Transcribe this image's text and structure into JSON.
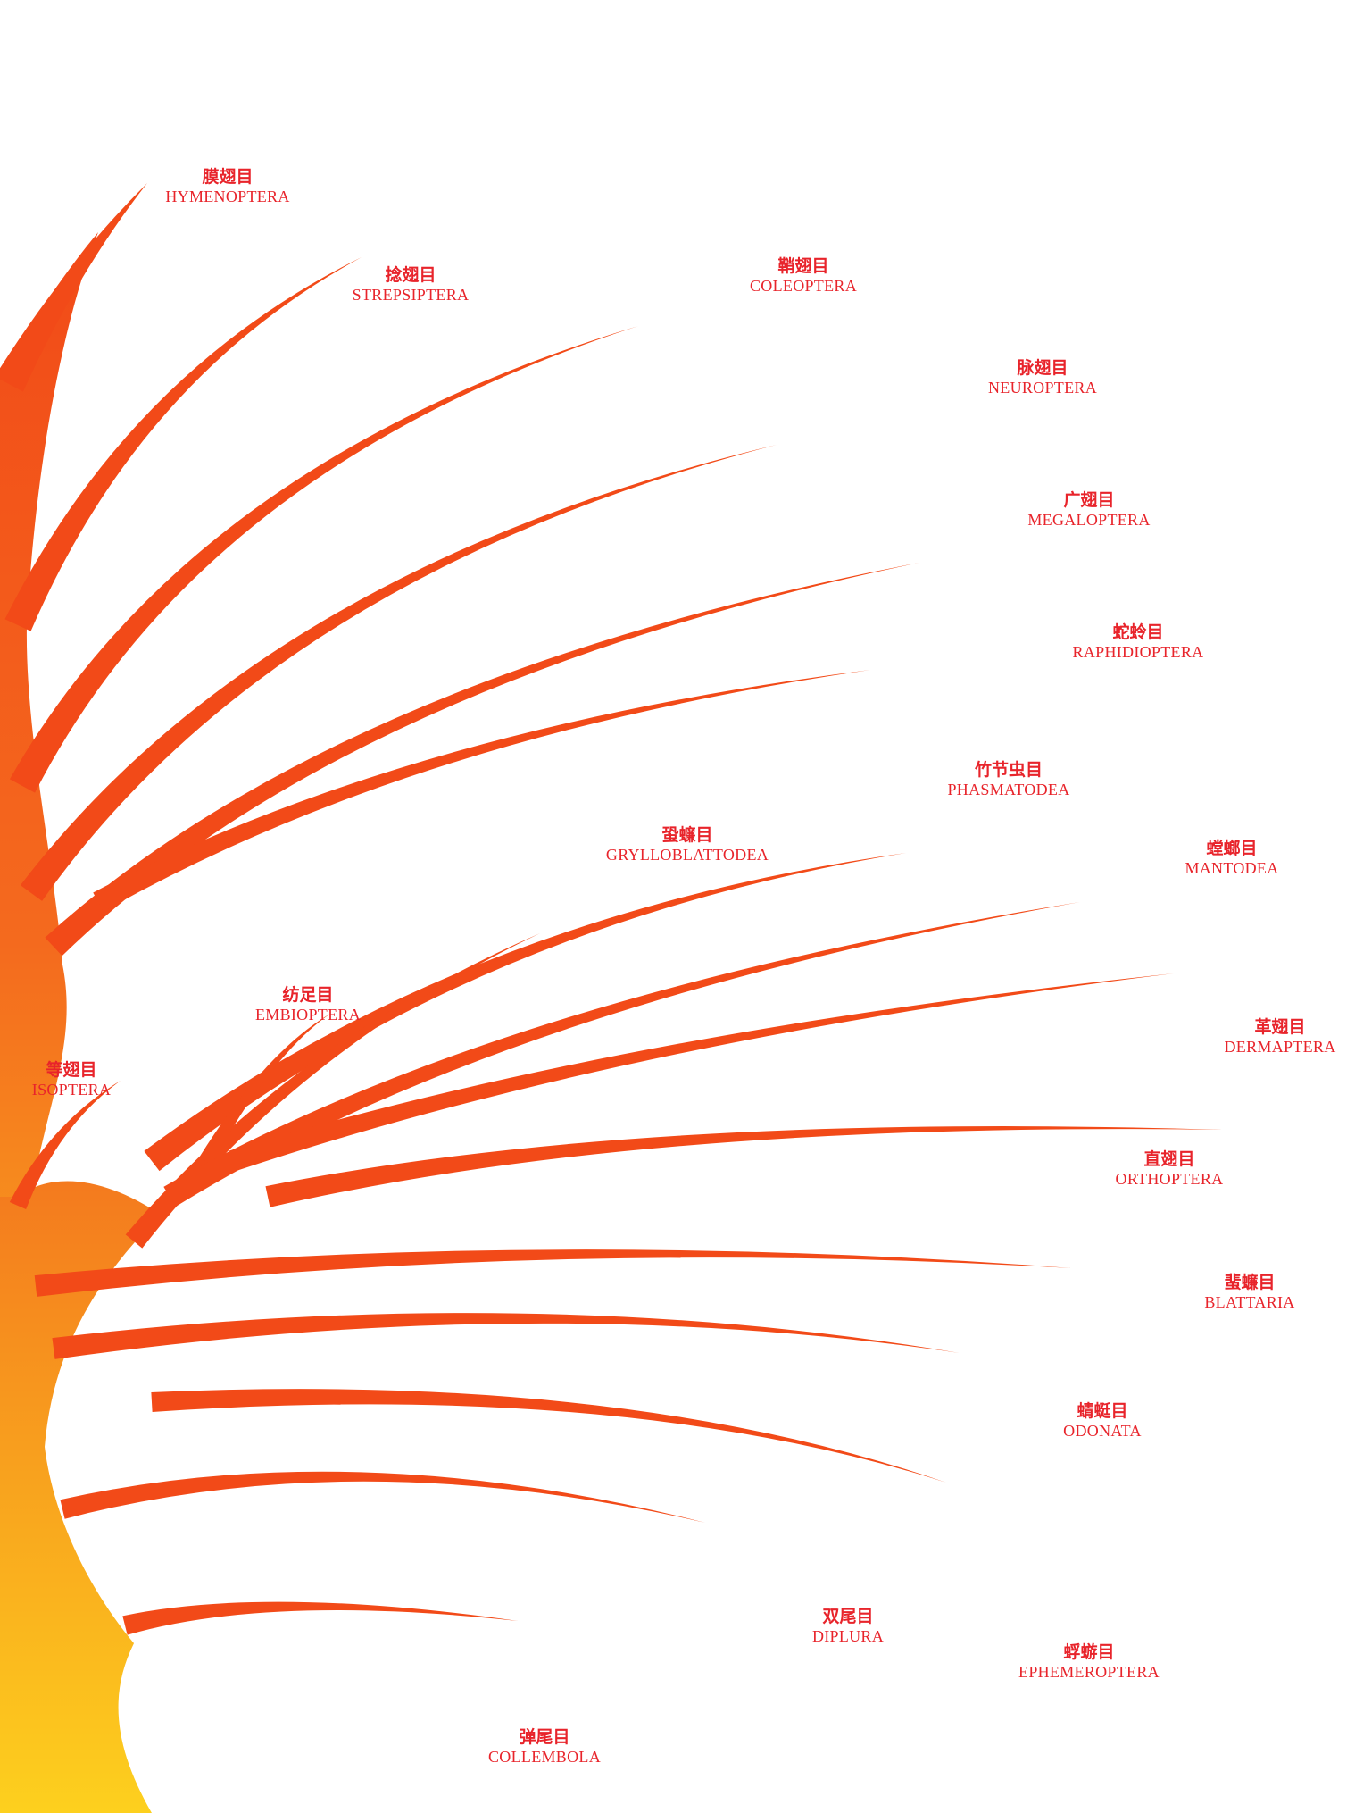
{
  "colors": {
    "branch": "#f24a18",
    "trunk_top": "#f46a1e",
    "trunk_bottom": "#fdd31e",
    "label": "#e8242b"
  },
  "orders": {
    "hymenoptera": {
      "zh": "膜翅目",
      "en": "HYMENOPTERA"
    },
    "strepsiptera": {
      "zh": "捻翅目",
      "en": "STREPSIPTERA"
    },
    "coleoptera": {
      "zh": "鞘翅目",
      "en": "COLEOPTERA"
    },
    "neuroptera": {
      "zh": "脉翅目",
      "en": "NEUROPTERA"
    },
    "megaloptera": {
      "zh": "广翅目",
      "en": "MEGALOPTERA"
    },
    "raphidioptera": {
      "zh": "蛇蛉目",
      "en": "RAPHIDIOPTERA"
    },
    "phasmatodea": {
      "zh": "竹节虫目",
      "en": "PHASMATODEA"
    },
    "grylloblattodea": {
      "zh": "蛩蠊目",
      "en": "GRYLLOBLATTODEA"
    },
    "mantodea": {
      "zh": "螳螂目",
      "en": "MANTODEA"
    },
    "embioptera": {
      "zh": "纺足目",
      "en": "EMBIOPTERA"
    },
    "dermaptera": {
      "zh": "革翅目",
      "en": "DERMAPTERA"
    },
    "isoptera": {
      "zh": "等翅目",
      "en": "ISOPTERA"
    },
    "orthoptera": {
      "zh": "直翅目",
      "en": "ORTHOPTERA"
    },
    "blattaria": {
      "zh": "蜚蠊目",
      "en": "BLATTARIA"
    },
    "odonata": {
      "zh": "蜻蜓目",
      "en": "ODONATA"
    },
    "diplura": {
      "zh": "双尾目",
      "en": "DIPLURA"
    },
    "ephemeroptera": {
      "zh": "蜉蝣目",
      "en": "EPHEMEROPTERA"
    },
    "collembola": {
      "zh": "弹尾目",
      "en": "COLLEMBOLA"
    }
  }
}
